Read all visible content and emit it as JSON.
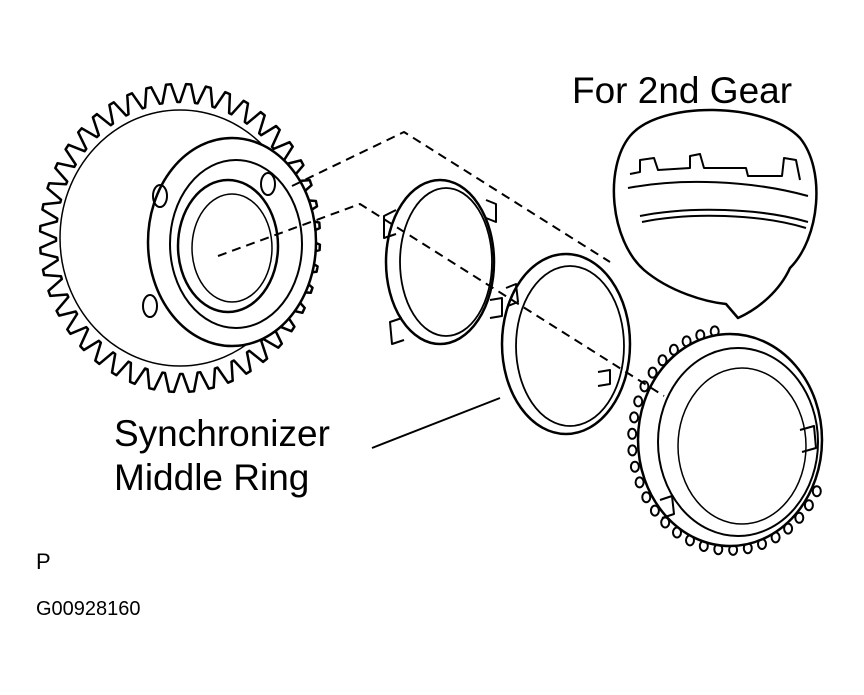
{
  "callout": {
    "title": "For 2nd Gear"
  },
  "part_label": {
    "line1": "Synchronizer",
    "line2": "Middle Ring"
  },
  "view_code": "P",
  "figure_id": "G00928160",
  "colors": {
    "ink": "#000000",
    "paper": "#ffffff"
  }
}
